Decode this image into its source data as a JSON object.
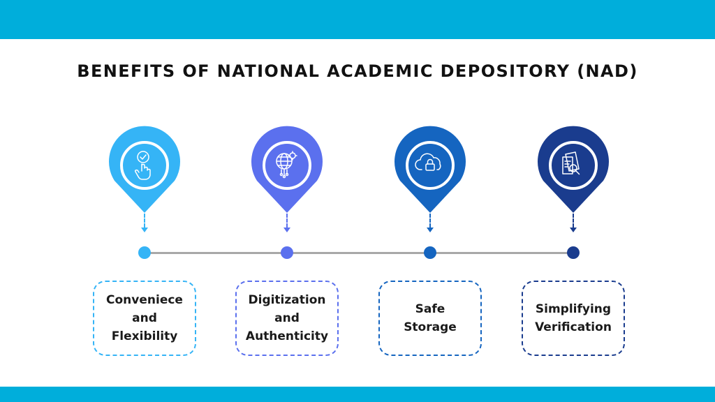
{
  "title": "BENEFITS OF NATIONAL ACADEMIC DEPOSITORY (NAD)",
  "colors": {
    "band": "#00aedb",
    "line": "#a8a8a8"
  },
  "steps": [
    {
      "label": "Conveniece\nand\nFlexibility",
      "color": "#35b4f6",
      "icon": "touch-check-icon"
    },
    {
      "label": "Digitization\nand\nAuthenticity",
      "color": "#5b70ee",
      "icon": "globe-gear-network-icon"
    },
    {
      "label": "Safe Storage",
      "color": "#1565c0",
      "icon": "cloud-lock-icon"
    },
    {
      "label": "Simplifying\nVerification",
      "color": "#1a3c8e",
      "icon": "document-magnifier-icon"
    }
  ]
}
